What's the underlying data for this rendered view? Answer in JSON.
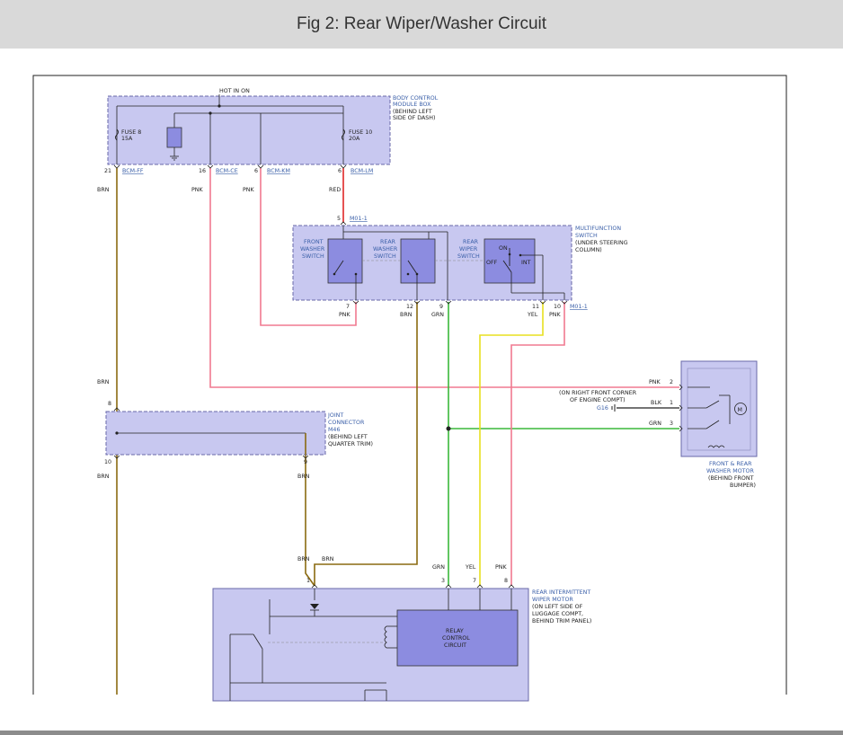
{
  "title": "Fig 2: Rear Wiper/Washer Circuit",
  "colors": {
    "brn": "#8a6a10",
    "pnk": "#f07a90",
    "red": "#e02828",
    "grn": "#3ab83a",
    "yel": "#e8e020",
    "box_fill": "#c8c8f0",
    "switch_fill": "#8c8ce0"
  },
  "bcm": {
    "power": "HOT IN ON",
    "label": [
      "BODY CONTROL",
      "MODULE BOX",
      "(BEHIND LEFT",
      "SIDE OF DASH)"
    ],
    "fuse8": [
      "FUSE 8",
      "15A"
    ],
    "fuse10": [
      "FUSE 10",
      "20A"
    ],
    "pins": [
      {
        "num": "21",
        "conn": "BCM-FF",
        "wire": "BRN"
      },
      {
        "num": "16",
        "conn": "BCM-CE",
        "wire": "PNK"
      },
      {
        "num": "6",
        "conn": "BCM-KM",
        "wire": "PNK"
      },
      {
        "num": "6",
        "conn": "BCM-LM",
        "wire": "RED"
      }
    ]
  },
  "mfs": {
    "pin_top": "5",
    "conn": "M01-1",
    "label": [
      "MULTIFUNCTION",
      "SWITCH",
      "(UNDER STEERING",
      "COLUMN)"
    ],
    "switches": {
      "front": [
        "FRONT",
        "WASHER",
        "SWITCH"
      ],
      "rear": [
        "REAR",
        "WASHER",
        "SWITCH"
      ],
      "wiper": [
        "REAR",
        "WIPER",
        "SWITCH"
      ]
    },
    "positions": {
      "on": "ON",
      "off": "OFF",
      "int": "INT"
    },
    "pins": [
      {
        "num": "7",
        "wire": "PNK"
      },
      {
        "num": "12",
        "wire": "BRN"
      },
      {
        "num": "9",
        "wire": "GRN"
      },
      {
        "num": "11",
        "wire": "YEL"
      },
      {
        "num": "10",
        "wire": "PNK"
      }
    ],
    "conn_bottom": "M01-1"
  },
  "jc": {
    "label": [
      "JOINT",
      "CONNECTOR",
      "M46",
      "(BEHIND LEFT",
      "QUARTER TRIM)"
    ],
    "pin_in": "8",
    "pin_out": "10",
    "pin_out2": "9",
    "wire_in": "BRN",
    "wire_out": "BRN",
    "wire_out2": "BRN"
  },
  "washer_motor": {
    "label": [
      "FRONT & REAR",
      "WASHER MOTOR",
      "(BEHIND FRONT",
      "BUMPER)"
    ],
    "corner": [
      "(ON RIGHT FRONT CORNER",
      "OF ENGINE COMPT)"
    ],
    "ground": "G16",
    "motor": "M",
    "pins": [
      {
        "num": "2",
        "wire": "PNK"
      },
      {
        "num": "1",
        "wire": "BLK"
      },
      {
        "num": "3",
        "wire": "GRN"
      }
    ]
  },
  "rear_motor": {
    "label": [
      "REAR INTERMITTENT",
      "WIPER MOTOR",
      "(ON LEFT SIDE OF",
      "LUGGAGE COMPT,",
      "BEHIND TRIM PANEL)"
    ],
    "relay": [
      "RELAY",
      "CONTROL",
      "CIRCUIT"
    ],
    "pins": [
      {
        "num": "1",
        "wire": "BRN"
      },
      {
        "num": "3",
        "wire": "GRN"
      },
      {
        "num": "7",
        "wire": "YEL"
      },
      {
        "num": "8",
        "wire": "PNK"
      }
    ],
    "wire_left": "BRN"
  }
}
